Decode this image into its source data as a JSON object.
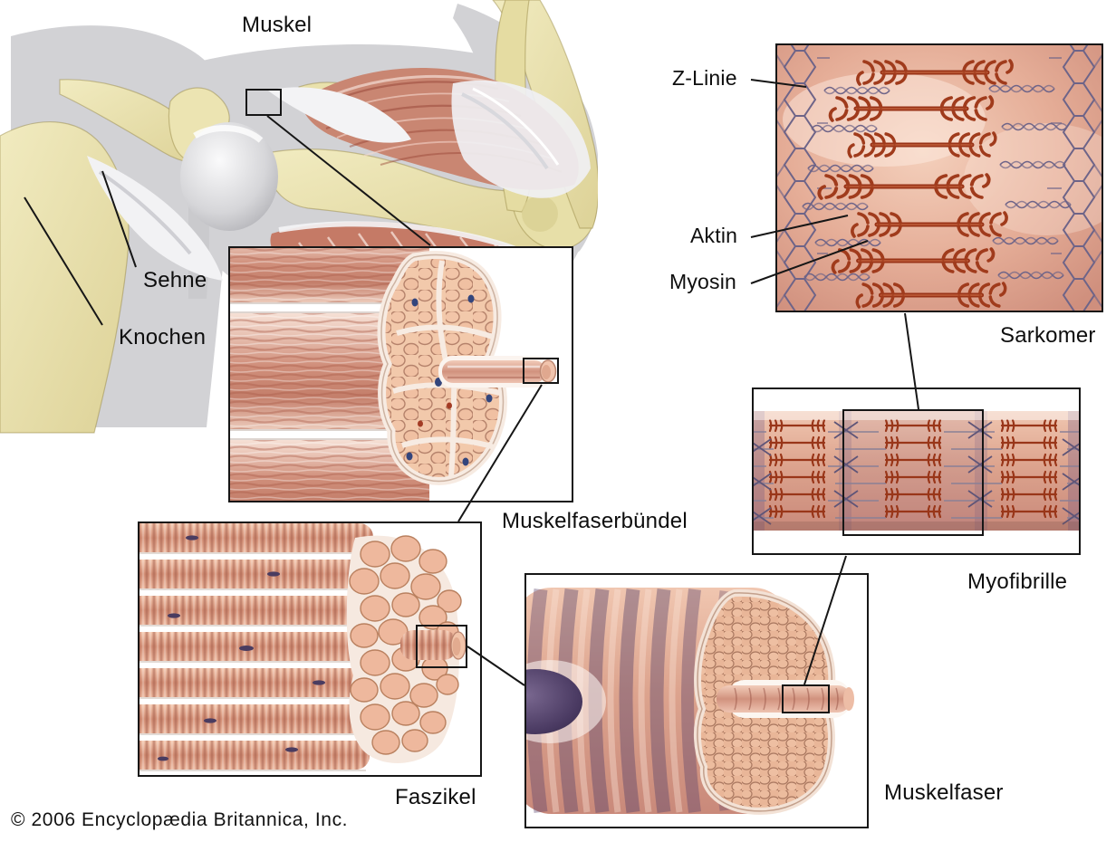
{
  "figure": {
    "copyright": "© 2006 Encyclopædia Britannica, Inc.",
    "arm_labels": {
      "muskel": "Muskel",
      "sehne": "Sehne",
      "knochen": "Knochen"
    },
    "panel_labels": {
      "muskelfaserbuendel": "Muskelfaserbündel",
      "faszikel": "Faszikel",
      "muskelfaser": "Muskelfaser",
      "myofibrille": "Myofibrille",
      "sarkomer": "Sarkomer"
    },
    "sarkomer_labels": {
      "z_linie": "Z-Linie",
      "aktin": "Aktin",
      "myosin": "Myosin"
    }
  },
  "colors": {
    "muscle_salmon": "#c98672",
    "bone_yellow": "#eae3ae",
    "silhouette_gray": "#d2d2d5",
    "z_line_purple": "#6e6488",
    "myosin_rust": "#9c3a20",
    "label_black": "#0e0e0e"
  }
}
